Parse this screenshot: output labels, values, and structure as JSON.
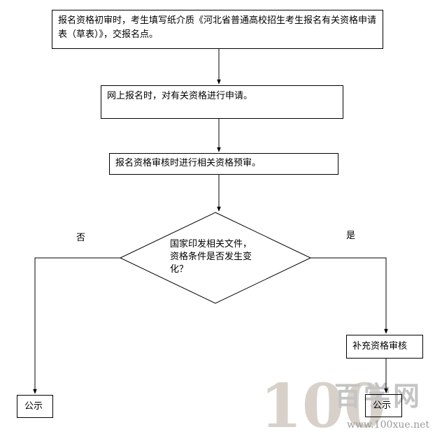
{
  "flowchart": {
    "step1": "报名资格初审时，考生填写纸介质《河北省普通高校招生考生报名有关资格申请表（草表）》，交报名点。",
    "step2": "网上报名时，对有关资格进行申请。",
    "step3": "报名资格审核时进行相关资格预审。",
    "decision": "国家印发相关文件，资格条件是否发生变化？",
    "no_label": "否",
    "yes_label": "是",
    "supplement": "补充资格审核",
    "publicize_left": "公示",
    "publicize_right": "公示"
  },
  "watermark": {
    "digits": "100",
    "chinese": "百学网",
    "url": "www.100xue.net"
  }
}
